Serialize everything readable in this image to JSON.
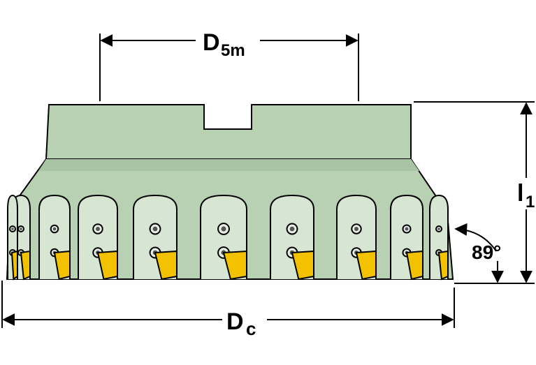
{
  "diagram": {
    "colors": {
      "body": "#b9d1b3",
      "body_shadow": "#8fae8a",
      "outline": "#000000",
      "insert": "#f2c200",
      "insert_dark": "#c99a00",
      "pocket": "#d7e6d3",
      "dimension_line": "#000000"
    },
    "labels": {
      "d5m_main": "D",
      "d5m_sub": "5m",
      "dc_main": "D",
      "dc_sub": "c",
      "l1_main": "l",
      "l1_sub": "1",
      "angle": "89°"
    },
    "teeth_visible": 10
  }
}
